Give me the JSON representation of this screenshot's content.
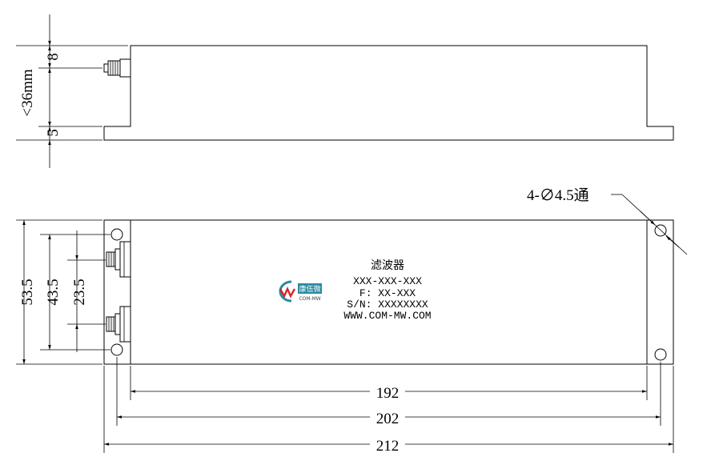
{
  "side_view": {
    "dim_top": "8",
    "dim_height": "<36mm",
    "dim_bottom": "5"
  },
  "top_view": {
    "dim_h_outer": "53.5",
    "dim_h_mid": "43.5",
    "dim_h_inner": "23.5",
    "hole_callout": "4-∅4.5通",
    "dim_w_inner": "192",
    "dim_w_mid": "202",
    "dim_w_outer": "212"
  },
  "label": {
    "name": "滤波器",
    "model": "XXX-XXX-XXX",
    "freq": "F: XX-XXX",
    "serial": "S/N: XXXXXXXX",
    "website": "WWW.COM-MW.COM"
  },
  "logo": {
    "mark": "MW",
    "name_cn": "康伍微",
    "name_en": "COM-MW",
    "colors": {
      "red": "#d9252a",
      "teal": "#2a8aa0"
    }
  }
}
